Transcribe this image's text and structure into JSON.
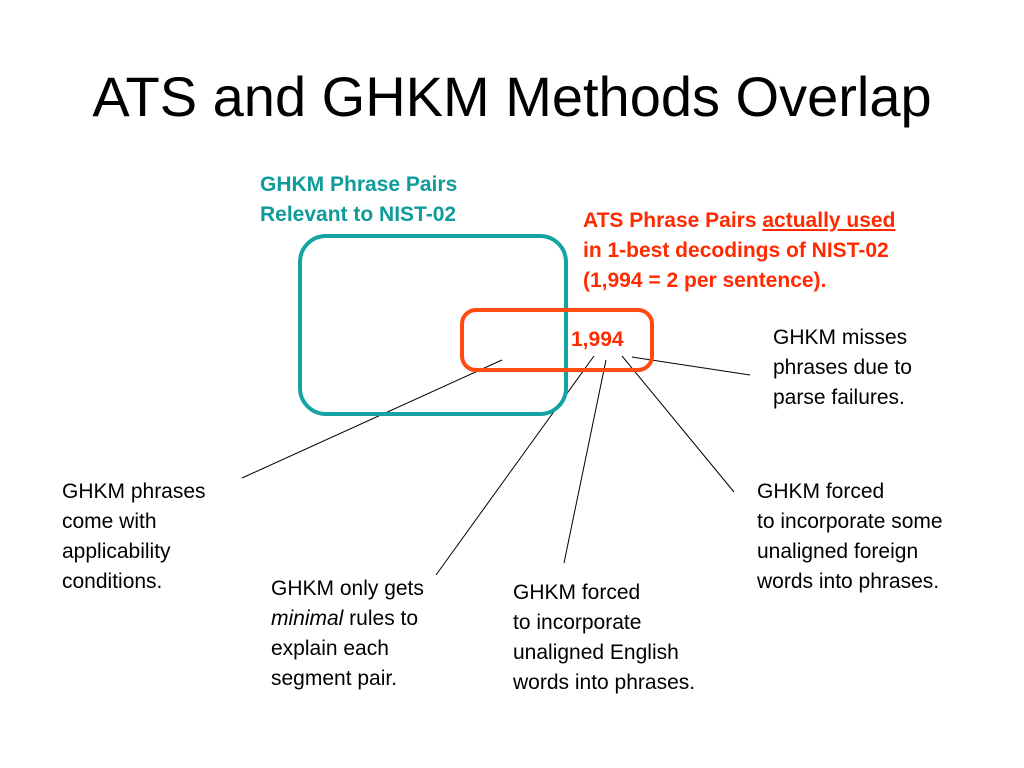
{
  "title": "ATS and GHKM Methods Overlap",
  "ghkm_set": {
    "lines": [
      "GHKM Phrase Pairs",
      "Relevant to NIST-02"
    ],
    "color": "#16a3a3"
  },
  "ats_set": {
    "line1_prefix": "ATS Phrase Pairs ",
    "line1_underlined": "actually used",
    "line2": "in 1-best decodings of NIST-02",
    "line3": "(1,994 = 2 per sentence).",
    "color": "#ff4a12"
  },
  "overlap_count": "1,994",
  "annotations": {
    "parse_failures": [
      "GHKM misses",
      "phrases due to",
      "parse failures."
    ],
    "applicability": [
      "GHKM phrases",
      "come with",
      "applicability",
      "conditions."
    ],
    "minimal_rules": {
      "line1": "GHKM only gets",
      "line2_italic": "minimal",
      "line2_rest": " rules to",
      "line3": "explain each",
      "line4": "segment pair."
    },
    "unaligned_english": [
      "GHKM forced",
      "to incorporate",
      "unaligned English",
      "words into phrases."
    ],
    "unaligned_foreign": [
      "GHKM forced",
      "to incorporate some",
      "unaligned foreign",
      "words into phrases."
    ]
  }
}
